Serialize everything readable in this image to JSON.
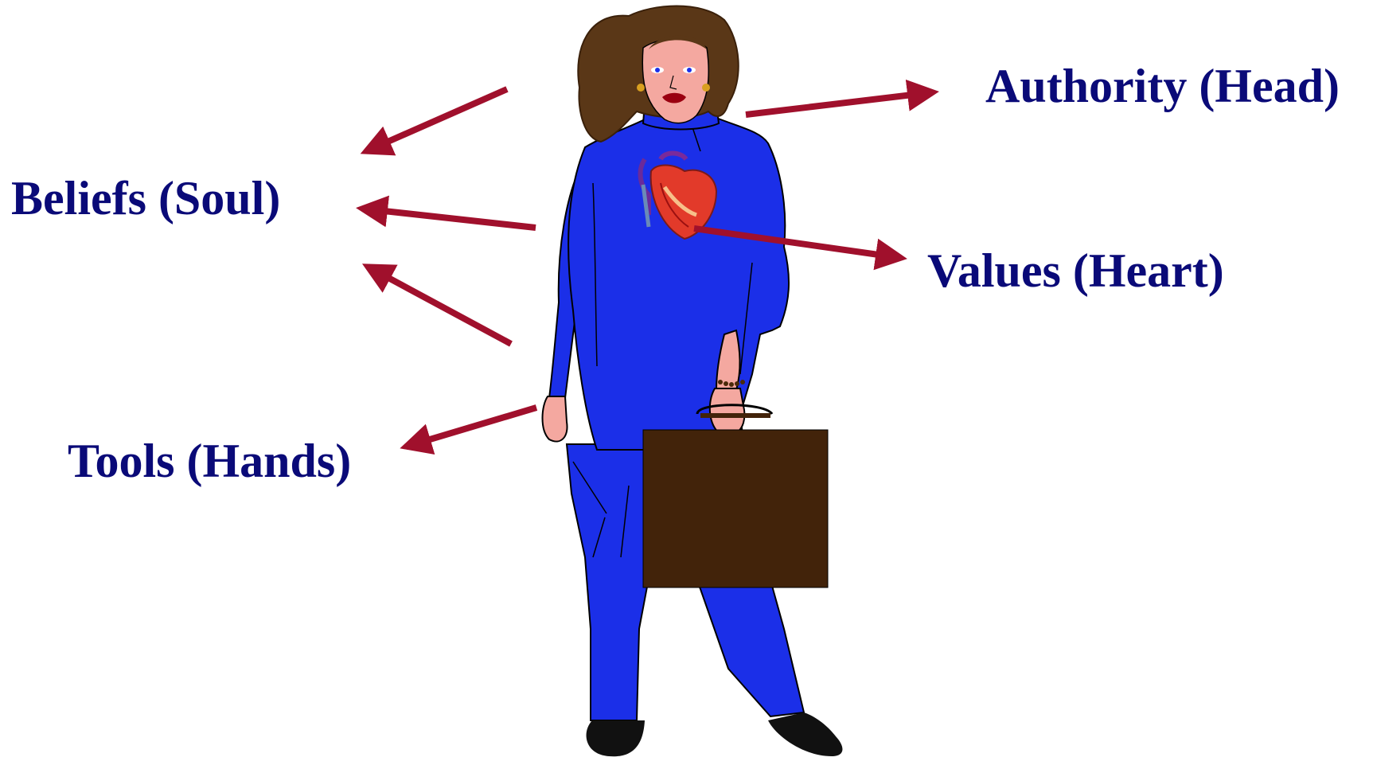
{
  "labels": {
    "authority": "Authority (Head)",
    "beliefs": "Beliefs (Soul)",
    "values": "Values (Heart)",
    "tools": "Tools (Hands)"
  },
  "colors": {
    "label_text": "#0a0a78",
    "arrow": "#a0102c",
    "outfit": "#1b2fe8",
    "briefcase": "#42230a",
    "hair": "#5a3717",
    "skin": "#f4a8a0",
    "shoes": "#111111",
    "background": "#ffffff"
  },
  "icons": {
    "figure": "businesswoman-icon",
    "heart": "anatomical-heart-icon",
    "briefcase": "briefcase-icon"
  }
}
